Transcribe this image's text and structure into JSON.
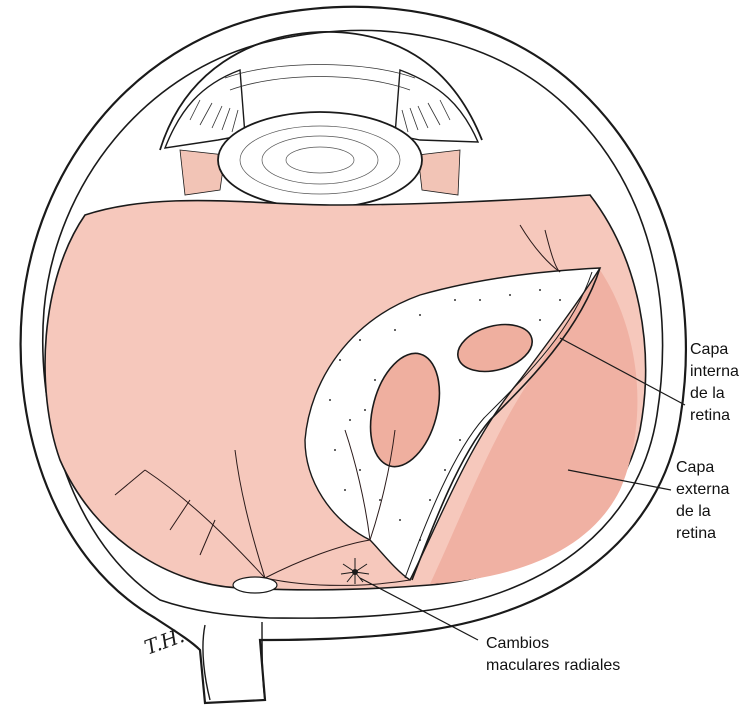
{
  "labels": {
    "inner_retina": [
      "Capa",
      "interna",
      "de la",
      "retina"
    ],
    "outer_retina": [
      "Capa",
      "externa",
      "de la",
      "retina"
    ],
    "macular_changes": [
      "Cambios",
      "maculares radiales"
    ]
  },
  "signature": "T.H.",
  "colors": {
    "retina_fill": "#f6c8bc",
    "retina_fill_dark": "#f0b1a3",
    "detached_hole_fill": "#efaf9f",
    "zonule_fill": "#f2c4b6",
    "outline": "#1a1a1a",
    "background": "#ffffff"
  }
}
